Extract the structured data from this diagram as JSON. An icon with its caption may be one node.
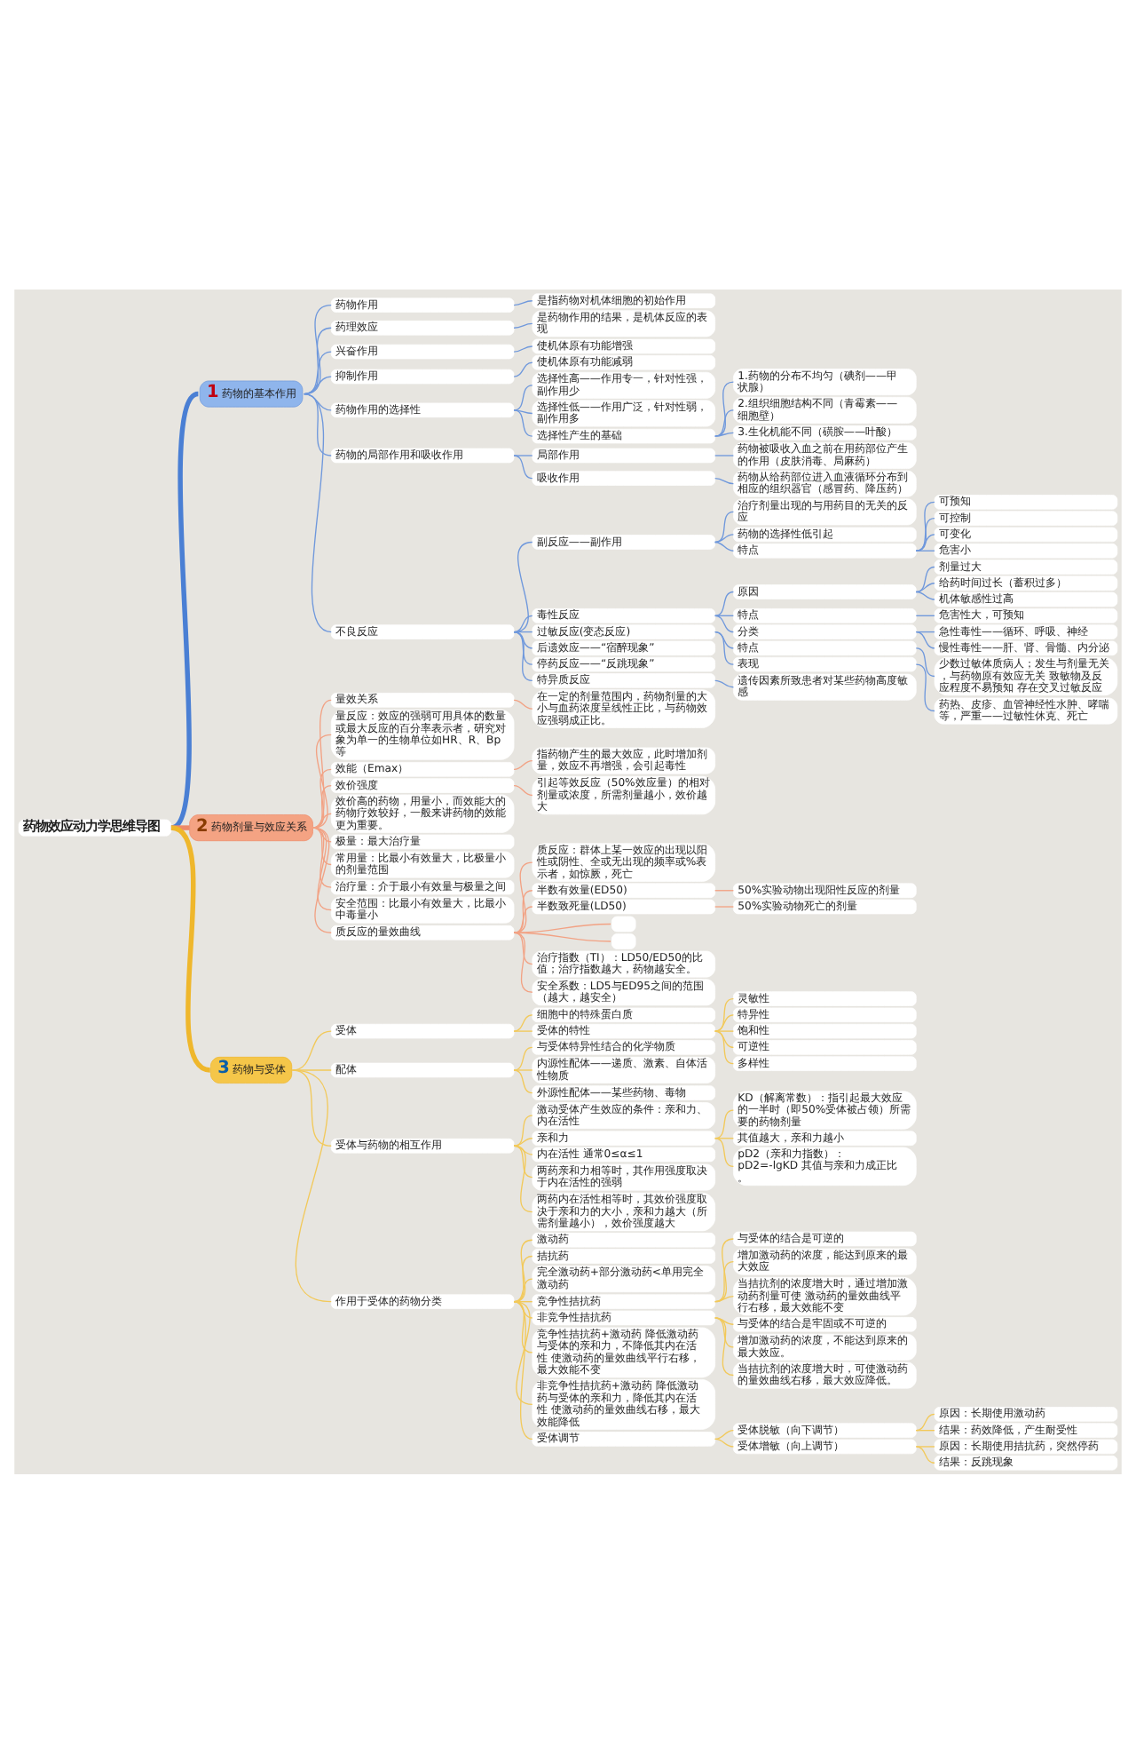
{
  "diagram": {
    "nodes": [
      {
        "text": [
          "药物效应动力学思维导图"
        ]
      },
      {
        "text": [
          "1",
          "药物的基本作用"
        ]
      },
      {
        "text": [
          "药物作用"
        ]
      },
      {
        "text": [
          "是指药物对机体细胞的初始作用"
        ]
      },
      {
        "text": [
          "药理效应"
        ]
      },
      {
        "text": [
          "是药物作用的结果，是机体反应的表现"
        ]
      },
      {
        "text": [
          "兴奋作用"
        ]
      },
      {
        "text": [
          "使机体原有功能增强"
        ]
      },
      {
        "text": [
          "抑制作用"
        ]
      },
      {
        "text": [
          "使机体原有功能减弱"
        ]
      },
      {
        "text": [
          "药物作用的选择性"
        ]
      },
      {
        "text": [
          "选择性高——作用专一，针对性强，副作用少"
        ]
      },
      {
        "text": [
          "选择性低——作用广泛，针对性弱，副作用多"
        ]
      },
      {
        "text": [
          "选择性产生的基础"
        ]
      },
      {
        "text": [
          "1.药物的分布不均匀（碘剂——甲状腺）"
        ]
      },
      {
        "text": [
          "2.组织细胞结构不同（青霉素——细胞壁）"
        ]
      },
      {
        "text": [
          "3.生化机能不同（磺胺——叶酸）"
        ]
      },
      {
        "text": [
          "药物的局部作用和吸收作用"
        ]
      },
      {
        "text": [
          "局部作用"
        ]
      },
      {
        "text": [
          "药物被吸收入血之前在用药部位产生的作用（皮肤消毒、局麻药）"
        ]
      },
      {
        "text": [
          "吸收作用"
        ]
      },
      {
        "text": [
          "药物从给药部位进入血液循环分布到相应的组织器官（感冒药、降压药）"
        ]
      },
      {
        "text": [
          "不良反应"
        ]
      },
      {
        "text": [
          "副反应——副作用"
        ]
      },
      {
        "text": [
          "治疗剂量出现的与用药目的无关的反应"
        ]
      },
      {
        "text": [
          "药物的选择性低引起"
        ]
      },
      {
        "text": [
          "特点"
        ]
      },
      {
        "text": [
          "可预知"
        ]
      },
      {
        "text": [
          "可控制"
        ]
      },
      {
        "text": [
          "可变化"
        ]
      },
      {
        "text": [
          "危害小"
        ]
      },
      {
        "text": [
          "毒性反应"
        ]
      },
      {
        "text": [
          "原因"
        ]
      },
      {
        "text": [
          "剂量过大"
        ]
      },
      {
        "text": [
          "给药时间过长（蓄积过多）"
        ]
      },
      {
        "text": [
          "机体敏感性过高"
        ]
      },
      {
        "text": [
          "特点"
        ]
      },
      {
        "text": [
          "危害性大，可预知"
        ]
      },
      {
        "text": [
          "分类"
        ]
      },
      {
        "text": [
          "急性毒性——循环、呼吸、神经"
        ]
      },
      {
        "text": [
          "慢性毒性——肝、肾、骨髓、内分泌"
        ]
      },
      {
        "text": [
          "过敏反应(变态反应)"
        ]
      },
      {
        "text": [
          "特点"
        ]
      },
      {
        "text": [
          "少数过敏体质病人；发生与剂量无关，与药物原有效应无关 致敏物及反应程度不易预知 存在交叉过敏反应"
        ]
      },
      {
        "text": [
          "表现"
        ]
      },
      {
        "text": [
          "药热、皮疹、血管神经性水肿、哮喘等，严重——过敏性休克、死亡"
        ]
      },
      {
        "text": [
          "后遗效应——“宿醉现象”"
        ]
      },
      {
        "text": [
          "停药反应——“反跳现象”"
        ]
      },
      {
        "text": [
          "特异质反应"
        ]
      },
      {
        "text": [
          "遗传因素所致患者对某些药物高度敏感"
        ]
      },
      {
        "text": [
          "2",
          "药物剂量与效应关系"
        ]
      },
      {
        "text": [
          "量效关系"
        ]
      },
      {
        "text": [
          "在一定的剂量范围内，药物剂量的大小与血药浓度呈线性正比，与药物效应强弱成正比。"
        ]
      },
      {
        "text": [
          "量反应：效应的强弱可用具体的数量或最大反应的百分率表示者，研究对象为单一的生物单位如HR、R、Bp等"
        ]
      },
      {
        "text": [
          "效能（Emax）"
        ]
      },
      {
        "text": [
          "指药物产生的最大效应，此时增加剂量，效应不再增强，会引起毒性"
        ]
      },
      {
        "text": [
          "效价强度"
        ]
      },
      {
        "text": [
          "引起等效反应（50%效应量）的相对剂量或浓度，所需剂量越小，效价越大"
        ]
      },
      {
        "text": [
          "效价高的药物，用量小，而效能大的药物疗效较好，一般来讲药物的效能更为重要。"
        ]
      },
      {
        "text": [
          "极量：最大治疗量"
        ]
      },
      {
        "text": [
          "常用量：比最小有效量大，比极量小的剂量范围"
        ]
      },
      {
        "text": [
          "治疗量：介于最小有效量与极量之间"
        ]
      },
      {
        "text": [
          "安全范围：比最小有效量大，比最小中毒量小"
        ]
      },
      {
        "text": [
          "质反应的量效曲线"
        ]
      },
      {
        "text": [
          "质反应：群体上某一效应的出现以阳性或阴性、全或无出现的频率或%表示者，如惊厥，死亡"
        ]
      },
      {
        "text": [
          "半数有效量(ED50)"
        ]
      },
      {
        "text": [
          "50%实验动物出现阳性反应的剂量"
        ]
      },
      {
        "text": [
          "半数致死量(LD50)"
        ]
      },
      {
        "text": [
          "50%实验动物死亡的剂量"
        ]
      },
      {
        "text": [],
        "shape": "box"
      },
      {
        "text": [],
        "shape": "box"
      },
      {
        "text": [
          "治疗指数（TI）：LD50/ED50的比值；治疗指数越大，药物越安全。"
        ]
      },
      {
        "text": [
          "安全系数：LD5与ED95之间的范围（越大，越安全）"
        ]
      },
      {
        "text": [
          "3",
          "药物与受体"
        ]
      },
      {
        "text": [
          "受体"
        ]
      },
      {
        "text": [
          "细胞中的特殊蛋白质"
        ]
      },
      {
        "text": [
          "受体的特性"
        ]
      },
      {
        "text": [
          "灵敏性"
        ]
      },
      {
        "text": [
          "特异性"
        ]
      },
      {
        "text": [
          "饱和性"
        ]
      },
      {
        "text": [
          "可逆性"
        ]
      },
      {
        "text": [
          "多样性"
        ]
      },
      {
        "text": [
          "配体"
        ]
      },
      {
        "text": [
          "与受体特异性结合的化学物质"
        ]
      },
      {
        "text": [
          "内源性配体——递质、激素、自体活性物质"
        ]
      },
      {
        "text": [
          "外源性配体——某些药物、毒物"
        ]
      },
      {
        "text": [
          "受体与药物的相互作用"
        ]
      },
      {
        "text": [
          "激动受体产生效应的条件：亲和力、内在活性"
        ]
      },
      {
        "text": [
          "亲和力"
        ]
      },
      {
        "text": [
          "KD（解离常数）：指引起最大效应的一半时（即50%受体被占领）所需要的药物剂量"
        ]
      },
      {
        "text": [
          "其值越大，亲和力越小"
        ]
      },
      {
        "text": [
          "pD2（亲和力指数）：pD2=-lgKD 其值与亲和力成正比。"
        ]
      },
      {
        "text": [
          "内在活性 通常0≤α≤1"
        ]
      },
      {
        "text": [
          "两药亲和力相等时，其作用强度取决于内在活性的强弱"
        ]
      },
      {
        "text": [
          "两药内在活性相等时，其效价强度取决于亲和力的大小，亲和力越大（所需剂量越小），效价强度越大"
        ]
      },
      {
        "text": [
          "作用于受体的药物分类"
        ]
      },
      {
        "text": [
          "激动药"
        ]
      },
      {
        "text": [
          "拮抗药"
        ]
      },
      {
        "text": [
          "完全激动药+部分激动药<单用完全激动药"
        ]
      },
      {
        "text": [
          "竞争性拮抗药"
        ]
      },
      {
        "text": [
          "与受体的结合是可逆的"
        ]
      },
      {
        "text": [
          "增加激动药的浓度，能达到原来的最大效应"
        ]
      },
      {
        "text": [
          "当拮抗剂的浓度增大时，通过增加激动药剂量可使 激动药的量效曲线平行右移，最大效能不变"
        ]
      },
      {
        "text": [
          "非竞争性拮抗药"
        ]
      },
      {
        "text": [
          "与受体的结合是牢固或不可逆的"
        ]
      },
      {
        "text": [
          "增加激动药的浓度，不能达到原来的最大效应。"
        ]
      },
      {
        "text": [
          "当拮抗剂的浓度增大时，可使激动药的量效曲线右移，最大效应降低。"
        ]
      },
      {
        "text": [
          "竞争性拮抗药+激动药 降低激动药与受体的亲和力，不降低其内在活性 使激动药的量效曲线平行右移，最大效能不变"
        ]
      },
      {
        "text": [
          "非竞争性拮抗药+激动药 降低激动药与受体的亲和力，降低其内在活性 使激动药的量效曲线右移，最大效能降低"
        ]
      },
      {
        "text": [
          "受体调节"
        ]
      },
      {
        "text": [
          "受体脱敏（向下调节）"
        ]
      },
      {
        "text": [
          "原因：长期使用激动药"
        ]
      },
      {
        "text": [
          "结果：药效降低，产生耐受性"
        ]
      },
      {
        "text": [
          "受体增敏（向上调节）"
        ]
      },
      {
        "text": [
          "原因：长期使用拮抗药，突然停药"
        ]
      },
      {
        "text": [
          "结果：反跳现象"
        ]
      }
    ],
    "edges": [
      {
        "from": 0,
        "to": 1,
        "arrow": "none",
        "style": "thick",
        "color": "#4a7fd4"
      },
      {
        "from": 1,
        "to": 2,
        "arrow": "none",
        "color": "#6f98dc"
      },
      {
        "from": 2,
        "to": 3,
        "arrow": "none",
        "color": "#6f98dc"
      },
      {
        "from": 1,
        "to": 4,
        "arrow": "none",
        "color": "#6f98dc"
      },
      {
        "from": 4,
        "to": 5,
        "arrow": "none",
        "color": "#6f98dc"
      },
      {
        "from": 1,
        "to": 6,
        "arrow": "none",
        "color": "#6f98dc"
      },
      {
        "from": 6,
        "to": 7,
        "arrow": "none",
        "color": "#6f98dc"
      },
      {
        "from": 1,
        "to": 8,
        "arrow": "none",
        "color": "#6f98dc"
      },
      {
        "from": 8,
        "to": 9,
        "arrow": "none",
        "color": "#6f98dc"
      },
      {
        "from": 1,
        "to": 10,
        "arrow": "none",
        "color": "#6f98dc"
      },
      {
        "from": 10,
        "to": 11,
        "arrow": "none",
        "color": "#6f98dc"
      },
      {
        "from": 10,
        "to": 12,
        "arrow": "none",
        "color": "#6f98dc"
      },
      {
        "from": 10,
        "to": 13,
        "arrow": "none",
        "color": "#6f98dc"
      },
      {
        "from": 13,
        "to": 14,
        "arrow": "none",
        "color": "#6f98dc"
      },
      {
        "from": 13,
        "to": 15,
        "arrow": "none",
        "color": "#6f98dc"
      },
      {
        "from": 13,
        "to": 16,
        "arrow": "none",
        "color": "#6f98dc"
      },
      {
        "from": 1,
        "to": 17,
        "arrow": "none",
        "color": "#6f98dc"
      },
      {
        "from": 17,
        "to": 18,
        "arrow": "none",
        "color": "#6f98dc"
      },
      {
        "from": 18,
        "to": 19,
        "arrow": "none",
        "color": "#6f98dc"
      },
      {
        "from": 17,
        "to": 20,
        "arrow": "none",
        "color": "#6f98dc"
      },
      {
        "from": 20,
        "to": 21,
        "arrow": "none",
        "color": "#6f98dc"
      },
      {
        "from": 1,
        "to": 22,
        "arrow": "none",
        "color": "#6f98dc"
      },
      {
        "from": 22,
        "to": 23,
        "arrow": "none",
        "color": "#6f98dc"
      },
      {
        "from": 23,
        "to": 24,
        "arrow": "none",
        "color": "#6f98dc"
      },
      {
        "from": 23,
        "to": 25,
        "arrow": "none",
        "color": "#6f98dc"
      },
      {
        "from": 23,
        "to": 26,
        "arrow": "none",
        "color": "#6f98dc"
      },
      {
        "from": 26,
        "to": 27,
        "arrow": "none",
        "color": "#6f98dc"
      },
      {
        "from": 26,
        "to": 28,
        "arrow": "none",
        "color": "#6f98dc"
      },
      {
        "from": 26,
        "to": 29,
        "arrow": "none",
        "color": "#6f98dc"
      },
      {
        "from": 26,
        "to": 30,
        "arrow": "none",
        "color": "#6f98dc"
      },
      {
        "from": 22,
        "to": 31,
        "arrow": "none",
        "color": "#6f98dc"
      },
      {
        "from": 31,
        "to": 32,
        "arrow": "none",
        "color": "#6f98dc"
      },
      {
        "from": 32,
        "to": 33,
        "arrow": "none",
        "color": "#6f98dc"
      },
      {
        "from": 32,
        "to": 34,
        "arrow": "none",
        "color": "#6f98dc"
      },
      {
        "from": 32,
        "to": 35,
        "arrow": "none",
        "color": "#6f98dc"
      },
      {
        "from": 31,
        "to": 36,
        "arrow": "none",
        "color": "#6f98dc"
      },
      {
        "from": 36,
        "to": 37,
        "arrow": "none",
        "color": "#6f98dc"
      },
      {
        "from": 31,
        "to": 38,
        "arrow": "none",
        "color": "#6f98dc"
      },
      {
        "from": 38,
        "to": 39,
        "arrow": "none",
        "color": "#6f98dc"
      },
      {
        "from": 38,
        "to": 40,
        "arrow": "none",
        "color": "#6f98dc"
      },
      {
        "from": 22,
        "to": 41,
        "arrow": "none",
        "color": "#6f98dc"
      },
      {
        "from": 41,
        "to": 42,
        "arrow": "none",
        "color": "#6f98dc"
      },
      {
        "from": 42,
        "to": 43,
        "arrow": "none",
        "color": "#6f98dc"
      },
      {
        "from": 41,
        "to": 44,
        "arrow": "none",
        "color": "#6f98dc"
      },
      {
        "from": 44,
        "to": 45,
        "arrow": "none",
        "color": "#6f98dc"
      },
      {
        "from": 22,
        "to": 46,
        "arrow": "none",
        "color": "#6f98dc"
      },
      {
        "from": 22,
        "to": 47,
        "arrow": "none",
        "color": "#6f98dc"
      },
      {
        "from": 22,
        "to": 48,
        "arrow": "none",
        "color": "#6f98dc"
      },
      {
        "from": 48,
        "to": 49,
        "arrow": "none",
        "color": "#6f98dc"
      },
      {
        "from": 0,
        "to": 50,
        "arrow": "none",
        "style": "thick",
        "color": "#ee8a68"
      },
      {
        "from": 50,
        "to": 51,
        "arrow": "none",
        "color": "#f2a284"
      },
      {
        "from": 51,
        "to": 52,
        "arrow": "none",
        "color": "#f2a284"
      },
      {
        "from": 50,
        "to": 53,
        "arrow": "none",
        "color": "#f2a284"
      },
      {
        "from": 50,
        "to": 54,
        "arrow": "none",
        "color": "#f2a284"
      },
      {
        "from": 54,
        "to": 55,
        "arrow": "none",
        "color": "#f2a284"
      },
      {
        "from": 50,
        "to": 56,
        "arrow": "none",
        "color": "#f2a284"
      },
      {
        "from": 56,
        "to": 57,
        "arrow": "none",
        "color": "#f2a284"
      },
      {
        "from": 50,
        "to": 58,
        "arrow": "none",
        "color": "#f2a284"
      },
      {
        "from": 50,
        "to": 59,
        "arrow": "none",
        "color": "#f2a284"
      },
      {
        "from": 50,
        "to": 60,
        "arrow": "none",
        "color": "#f2a284"
      },
      {
        "from": 50,
        "to": 61,
        "arrow": "none",
        "color": "#f2a284"
      },
      {
        "from": 50,
        "to": 62,
        "arrow": "none",
        "color": "#f2a284"
      },
      {
        "from": 50,
        "to": 63,
        "arrow": "none",
        "color": "#f2a284"
      },
      {
        "from": 63,
        "to": 64,
        "arrow": "none",
        "color": "#f2a284"
      },
      {
        "from": 63,
        "to": 65,
        "arrow": "none",
        "color": "#f2a284"
      },
      {
        "from": 65,
        "to": 66,
        "arrow": "none",
        "color": "#f2a284"
      },
      {
        "from": 63,
        "to": 67,
        "arrow": "none",
        "color": "#f2a284"
      },
      {
        "from": 67,
        "to": 68,
        "arrow": "none",
        "color": "#f2a284"
      },
      {
        "from": 63,
        "to": 69,
        "arrow": "none",
        "color": "#f2a284"
      },
      {
        "from": 63,
        "to": 70,
        "arrow": "none",
        "color": "#f2a284"
      },
      {
        "from": 63,
        "to": 71,
        "arrow": "none",
        "color": "#f2a284"
      },
      {
        "from": 63,
        "to": 72,
        "arrow": "none",
        "color": "#f2a284"
      },
      {
        "from": 0,
        "to": 73,
        "arrow": "none",
        "style": "thick",
        "color": "#efb72c"
      },
      {
        "from": 73,
        "to": 74,
        "arrow": "none",
        "color": "#f2c95a"
      },
      {
        "from": 74,
        "to": 75,
        "arrow": "none",
        "color": "#f2c95a"
      },
      {
        "from": 74,
        "to": 76,
        "arrow": "none",
        "color": "#f2c95a"
      },
      {
        "from": 76,
        "to": 77,
        "arrow": "none",
        "color": "#f2c95a"
      },
      {
        "from": 76,
        "to": 78,
        "arrow": "none",
        "color": "#f2c95a"
      },
      {
        "from": 76,
        "to": 79,
        "arrow": "none",
        "color": "#f2c95a"
      },
      {
        "from": 76,
        "to": 80,
        "arrow": "none",
        "color": "#f2c95a"
      },
      {
        "from": 76,
        "to": 81,
        "arrow": "none",
        "color": "#f2c95a"
      },
      {
        "from": 73,
        "to": 82,
        "arrow": "none",
        "color": "#f2c95a"
      },
      {
        "from": 82,
        "to": 83,
        "arrow": "none",
        "color": "#f2c95a"
      },
      {
        "from": 82,
        "to": 84,
        "arrow": "none",
        "color": "#f2c95a"
      },
      {
        "from": 82,
        "to": 85,
        "arrow": "none",
        "color": "#f2c95a"
      },
      {
        "from": 73,
        "to": 86,
        "arrow": "none",
        "color": "#f2c95a"
      },
      {
        "from": 86,
        "to": 87,
        "arrow": "none",
        "color": "#f2c95a"
      },
      {
        "from": 86,
        "to": 88,
        "arrow": "none",
        "color": "#f2c95a"
      },
      {
        "from": 88,
        "to": 89,
        "arrow": "none",
        "color": "#f2c95a"
      },
      {
        "from": 88,
        "to": 90,
        "arrow": "none",
        "color": "#f2c95a"
      },
      {
        "from": 88,
        "to": 91,
        "arrow": "none",
        "color": "#f2c95a"
      },
      {
        "from": 86,
        "to": 92,
        "arrow": "none",
        "color": "#f2c95a"
      },
      {
        "from": 86,
        "to": 93,
        "arrow": "none",
        "color": "#f2c95a"
      },
      {
        "from": 86,
        "to": 94,
        "arrow": "none",
        "color": "#f2c95a"
      },
      {
        "from": 73,
        "to": 95,
        "arrow": "none",
        "color": "#f2c95a"
      },
      {
        "from": 95,
        "to": 96,
        "arrow": "none",
        "color": "#f2c95a"
      },
      {
        "from": 95,
        "to": 97,
        "arrow": "none",
        "color": "#f2c95a"
      },
      {
        "from": 95,
        "to": 98,
        "arrow": "none",
        "color": "#f2c95a"
      },
      {
        "from": 95,
        "to": 99,
        "arrow": "none",
        "color": "#f2c95a"
      },
      {
        "from": 99,
        "to": 100,
        "arrow": "none",
        "color": "#f2c95a"
      },
      {
        "from": 99,
        "to": 101,
        "arrow": "none",
        "color": "#f2c95a"
      },
      {
        "from": 99,
        "to": 102,
        "arrow": "none",
        "color": "#f2c95a"
      },
      {
        "from": 95,
        "to": 103,
        "arrow": "none",
        "color": "#f2c95a"
      },
      {
        "from": 103,
        "to": 104,
        "arrow": "none",
        "color": "#f2c95a"
      },
      {
        "from": 103,
        "to": 105,
        "arrow": "none",
        "color": "#f2c95a"
      },
      {
        "from": 103,
        "to": 106,
        "arrow": "none",
        "color": "#f2c95a"
      },
      {
        "from": 95,
        "to": 107,
        "arrow": "none",
        "color": "#f2c95a"
      },
      {
        "from": 95,
        "to": 108,
        "arrow": "none",
        "color": "#f2c95a"
      },
      {
        "from": 95,
        "to": 109,
        "arrow": "none",
        "color": "#f2c95a"
      },
      {
        "from": 109,
        "to": 110,
        "arrow": "none",
        "color": "#f2c95a"
      },
      {
        "from": 110,
        "to": 111,
        "arrow": "none",
        "color": "#f2c95a"
      },
      {
        "from": 110,
        "to": 112,
        "arrow": "none",
        "color": "#f2c95a"
      },
      {
        "from": 109,
        "to": 113,
        "arrow": "none",
        "color": "#f2c95a"
      },
      {
        "from": 113,
        "to": 114,
        "arrow": "none",
        "color": "#f2c95a"
      },
      {
        "from": 113,
        "to": 115,
        "arrow": "none",
        "color": "#f2c95a"
      }
    ]
  }
}
